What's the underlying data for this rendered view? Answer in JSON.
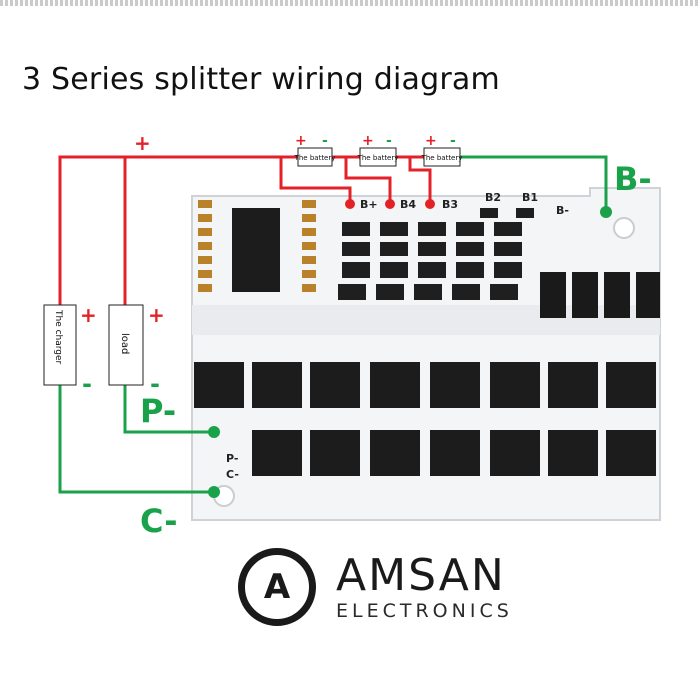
{
  "title": "3 Series splitter wiring diagram",
  "labels": {
    "charger": "The charger",
    "load": "load",
    "battery": "The battery",
    "plus": "+",
    "minus": "-",
    "b_minus": "B-",
    "p_minus": "P-",
    "c_minus": "C-",
    "board_b_minus": "B-",
    "board_b1": "B1",
    "board_b2": "B2",
    "board_b3": "B3",
    "board_b4": "B4",
    "board_b_plus": "B+",
    "board_p_minus": "P-",
    "board_c_minus": "C-"
  },
  "brand": {
    "letter": "A",
    "name": "AMSAN",
    "sub": "ELECTRONICS"
  },
  "colors": {
    "positive_wire": "#e32228",
    "negative_wire": "#1aa24a",
    "board": "#f4f5f6",
    "chip": "#1c1c1c"
  }
}
